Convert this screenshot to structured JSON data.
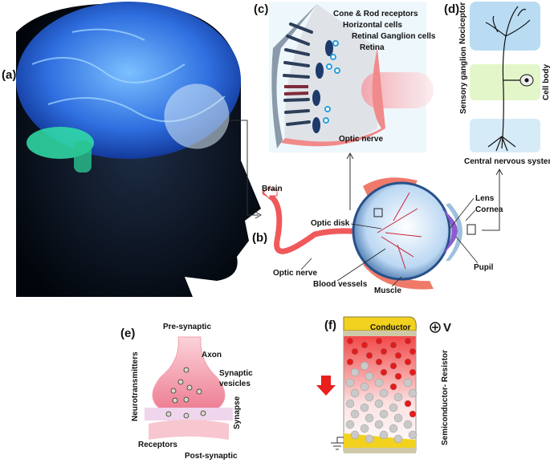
{
  "panels": {
    "a": {
      "label": "(a)"
    },
    "b": {
      "label": "(b)",
      "brain": "Brain",
      "optic_disk": "Optic disk",
      "optic_nerve": "Optic nerve",
      "blood_vessels": "Blood vessels",
      "muscle": "Muscle",
      "lens": "Lens",
      "cornea": "Cornea",
      "pupil": "Pupil"
    },
    "c": {
      "label": "(c)",
      "cone_rod": "Cone & Rod receptors",
      "horizontal": "Horizontal cells",
      "ganglion": "Retinal Ganglion cells",
      "retina": "Retina",
      "optic_nerve": "Optic nerve"
    },
    "d": {
      "label": "(d)",
      "nociceptor": "Nociceptor",
      "sensory_ganglion": "Sensory ganglion",
      "cell_body": "Cell body",
      "cns": "Central nervous system"
    },
    "e": {
      "label": "(e)",
      "pre": "Pre-synaptic",
      "axon": "Axon",
      "vesicles_1": "Synaptic",
      "vesicles_2": "vesicles",
      "neurotransmitters": "Neurotransmitters",
      "synapse": "Synapse",
      "receptors": "Receptors",
      "post": "Post-synaptic"
    },
    "f": {
      "label": "(f)",
      "conductor": "Conductor",
      "voltage": "V",
      "resistor": "Semiconductor- Resistor"
    }
  },
  "colors": {
    "brain": "#2f7df0",
    "retina_panel": "#eef7fc",
    "nociceptor_box": "#b9dcf3",
    "ganglion_box": "#e3f6c9",
    "cns_box": "#d6ebf8",
    "nerve": "#f0595a",
    "conductor": "#f2d21f",
    "arrow": "#e8201e"
  }
}
